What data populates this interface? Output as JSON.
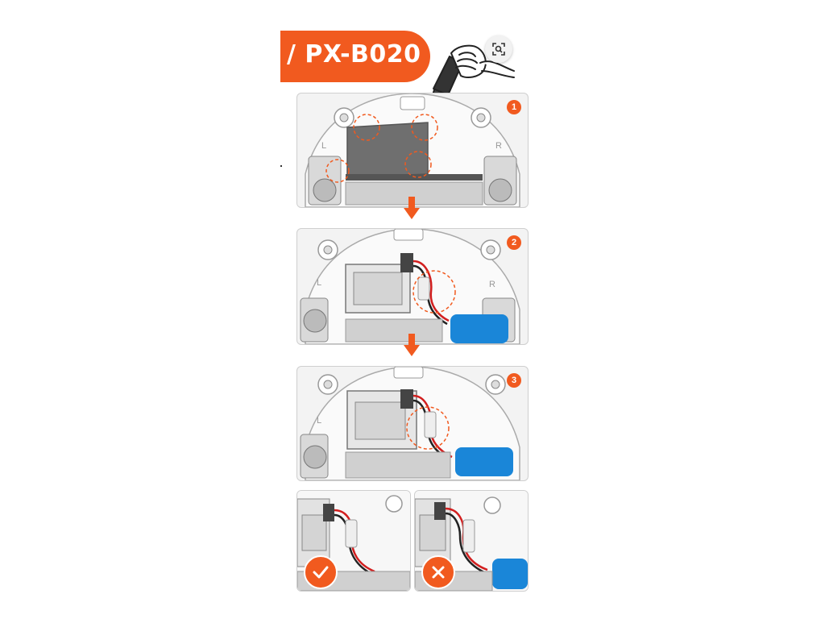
{
  "header": {
    "model_label": "/ PX-B020"
  },
  "toolbar": {
    "visual_search_icon": "lens-search-icon"
  },
  "steps": [
    {
      "number": "1"
    },
    {
      "number": "2"
    },
    {
      "number": "3"
    }
  ],
  "comparison": {
    "correct_icon": "checkmark-icon",
    "incorrect_icon": "cross-icon"
  },
  "colors": {
    "accent": "#f15a1f",
    "battery": "#1a86d8",
    "wire_red": "#d21f1f"
  }
}
